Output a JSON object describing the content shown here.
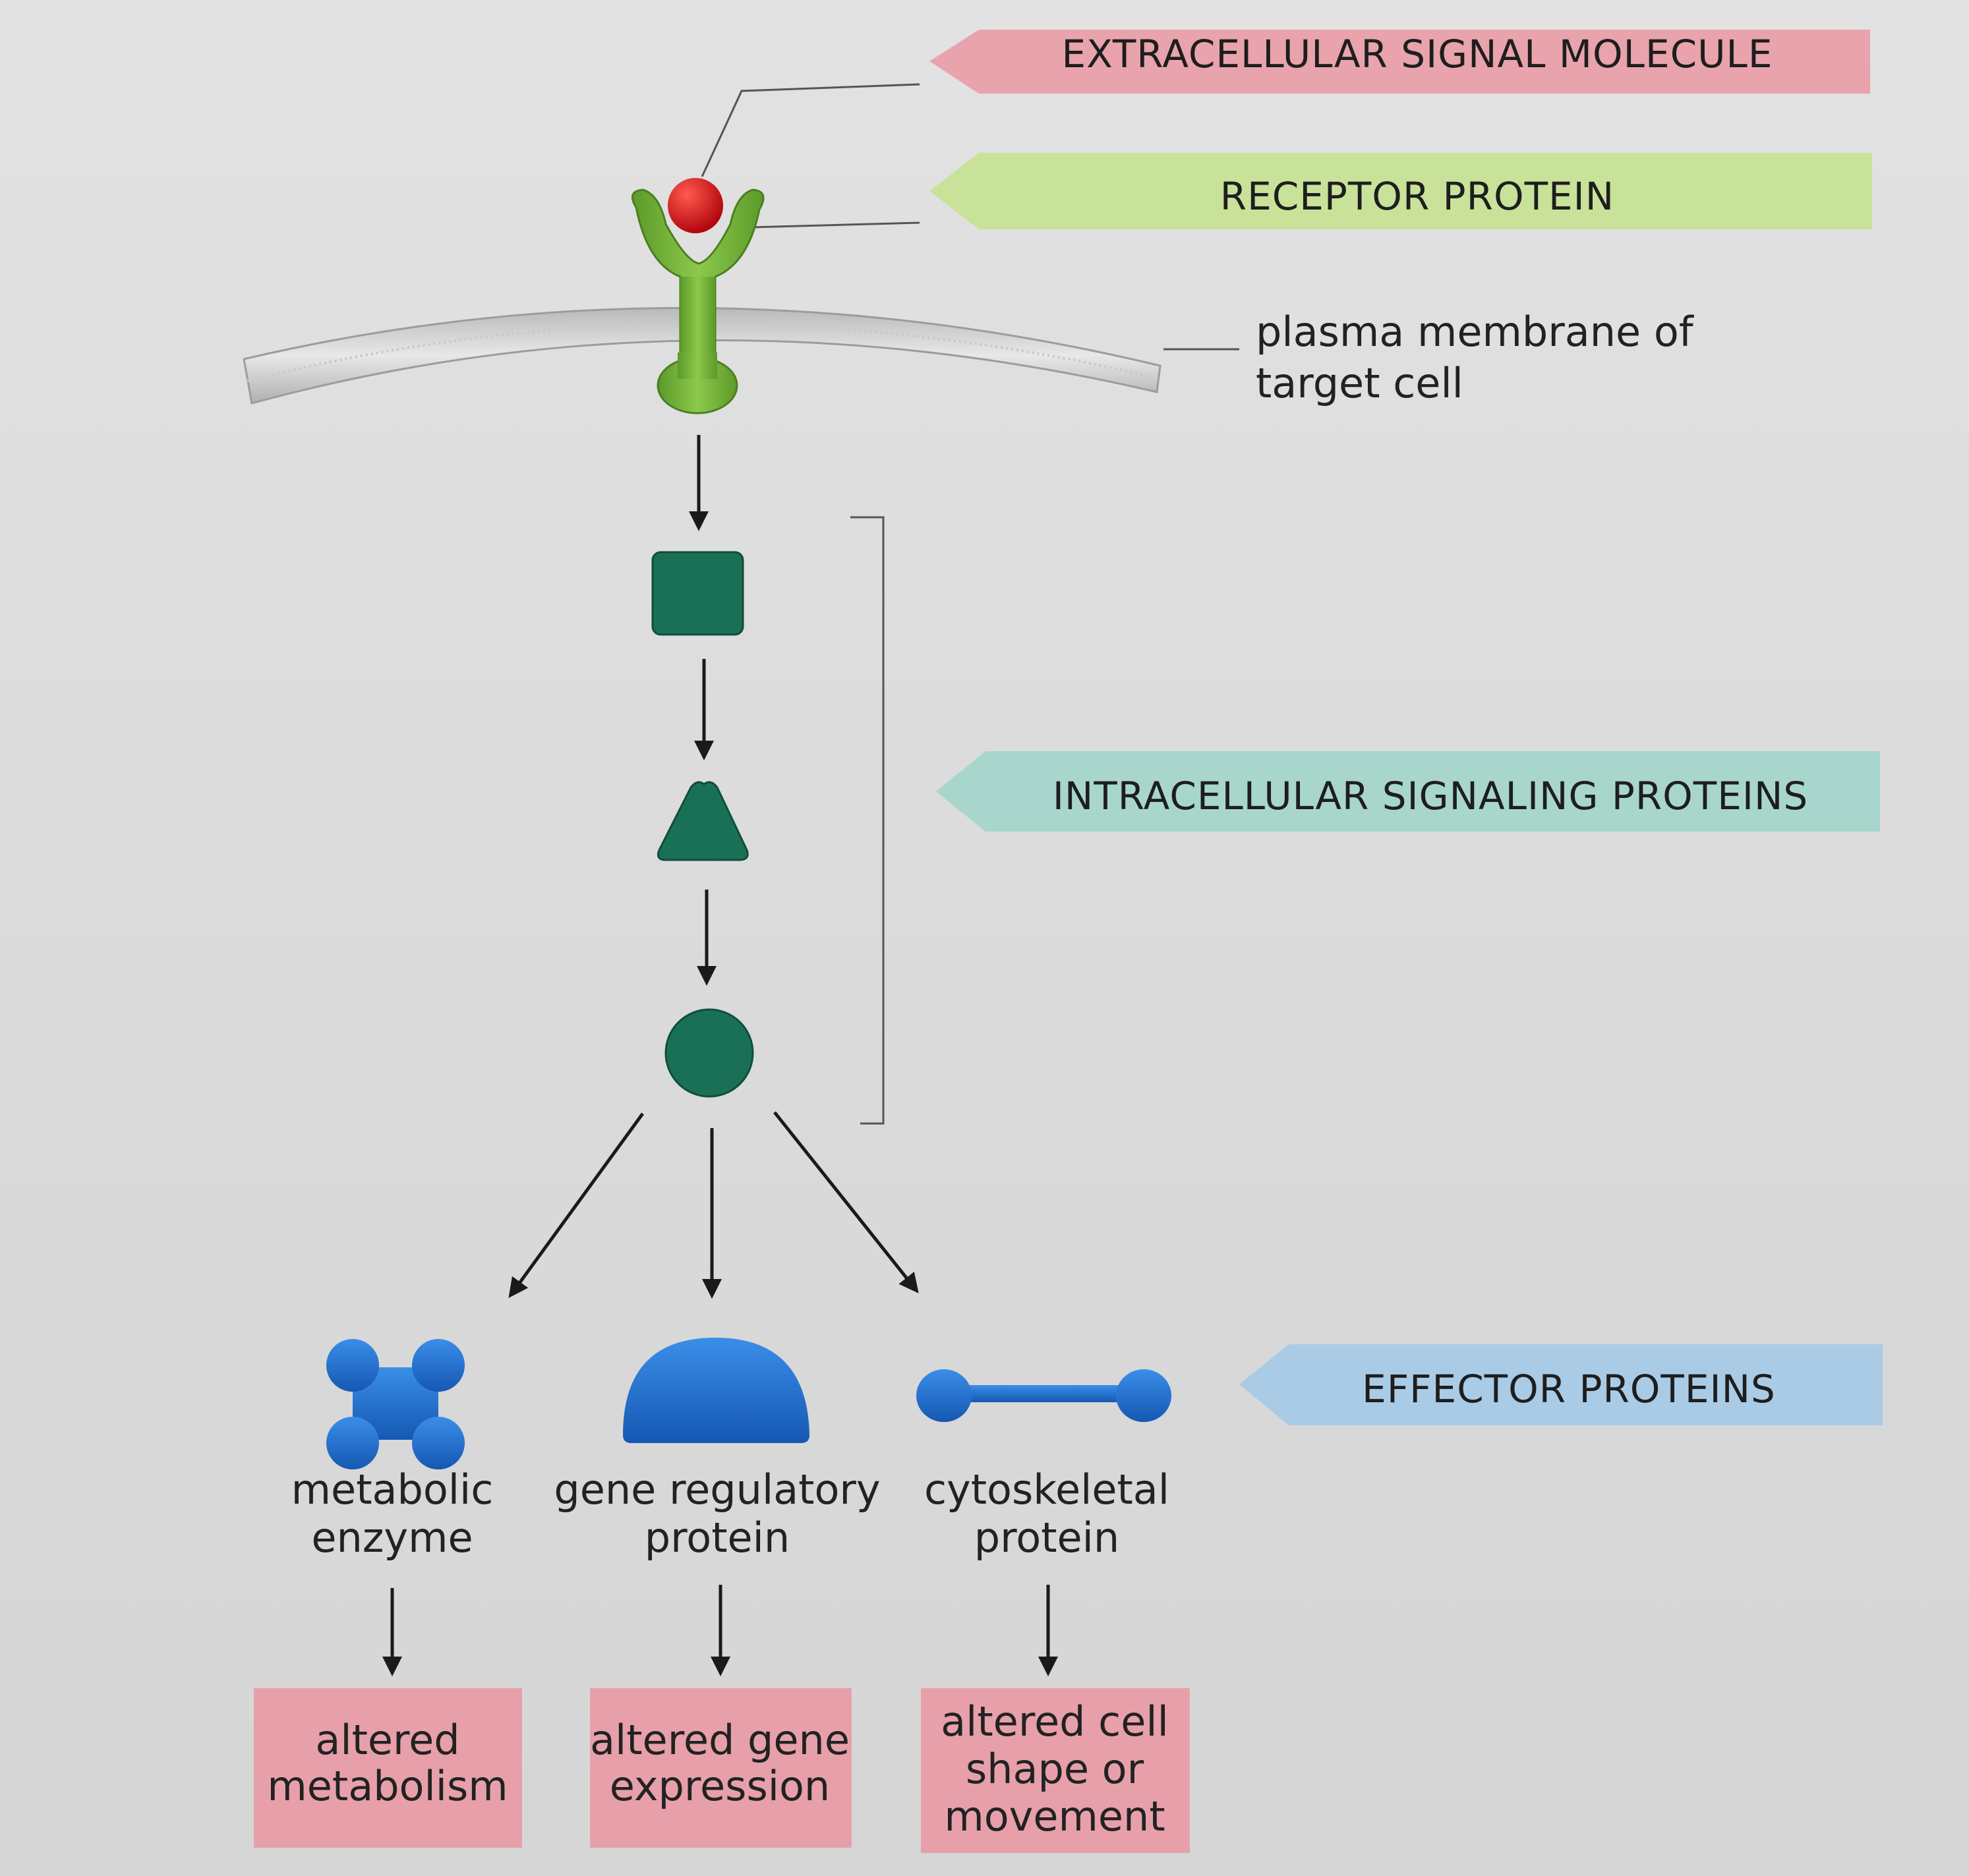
{
  "banners": {
    "extracellular": "EXTRACELLULAR SIGNAL MOLECULE",
    "receptor": "RECEPTOR PROTEIN",
    "intracellular": "INTRACELLULAR SIGNALING PROTEINS",
    "effector": "EFFECTOR PROTEINS"
  },
  "membrane_label": [
    "plasma membrane of",
    "target cell"
  ],
  "effectors": [
    {
      "label": [
        "metabolic",
        "enzyme"
      ],
      "outcome": [
        "altered",
        "metabolism"
      ]
    },
    {
      "label": [
        "gene regulatory",
        "protein"
      ],
      "outcome": [
        "altered gene",
        "expression"
      ]
    },
    {
      "label": [
        "cytoskeletal",
        "protein"
      ],
      "outcome": [
        "altered cell",
        "shape or",
        "movement"
      ]
    }
  ],
  "colors": {
    "extracellular_banner": "#e9a3ad",
    "receptor_banner": "#c9e29a",
    "intracellular_banner": "#a8d6cc",
    "effector_banner": "#a9cbe6",
    "outcome_box": "#e7a0aa",
    "receptor": "#7cb83e",
    "signal_molecule": "#d6191e",
    "signaling_protein": "#1a7056",
    "effector_protein": "#1a6fd0"
  }
}
